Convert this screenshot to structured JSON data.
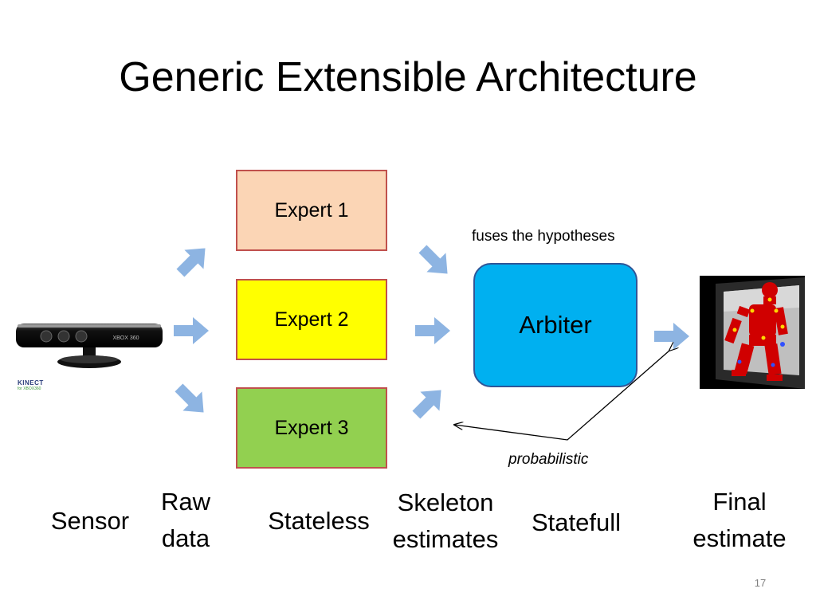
{
  "title": "Generic Extensible Architecture",
  "experts": [
    {
      "label": "Expert 1",
      "fill": "#fbd5b5",
      "border": "#c0504d"
    },
    {
      "label": "Expert 2",
      "fill": "#ffff00",
      "border": "#c0504d"
    },
    {
      "label": "Expert 3",
      "fill": "#92d050",
      "border": "#c0504d"
    }
  ],
  "arbiter": {
    "label": "Arbiter",
    "fill": "#00b0f0",
    "border": "#2f5597",
    "note": "fuses the hypotheses"
  },
  "feedback_note": "probabilistic",
  "sensor_logo": {
    "brand": "KINECT",
    "sub": "for XBOX360",
    "device_text": "XBOX 360"
  },
  "bottom_labels": {
    "sensor": "Sensor",
    "raw_data": [
      "Raw",
      "data"
    ],
    "stateless": "Stateless",
    "skeleton": [
      "Skeleton",
      "estimates"
    ],
    "statefull": "Statefull",
    "final": [
      "Final",
      "estimate"
    ]
  },
  "page_number": "17",
  "colors": {
    "arrow": "#8db4e2",
    "line": "#000000"
  }
}
